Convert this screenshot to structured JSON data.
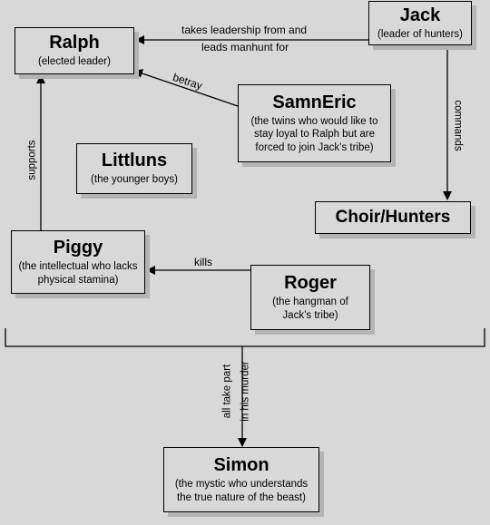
{
  "nodes": {
    "ralph": {
      "title": "Ralph",
      "desc": "(elected leader)"
    },
    "jack": {
      "title": "Jack",
      "desc": "(leader of hunters)"
    },
    "samneric": {
      "title": "SamnEric",
      "desc": "(the twins who would like to stay loyal to Ralph but are forced to join Jack’s tribe)"
    },
    "littluns": {
      "title": "Littluns",
      "desc": "(the younger boys)"
    },
    "choir": {
      "title": "Choir/Hunters"
    },
    "piggy": {
      "title": "Piggy",
      "desc": "(the intellectual who lacks physical stamina)"
    },
    "roger": {
      "title": "Roger",
      "desc": "(the hangman of Jack’s tribe)"
    },
    "simon": {
      "title": "Simon",
      "desc": "(the mystic who understands the true nature of the beast)"
    }
  },
  "edges": {
    "jack_ralph_line1": "takes leadership from and",
    "jack_ralph_line2": "leads manhunt for",
    "samneric_ralph": "betray",
    "jack_choir": "commands",
    "piggy_ralph": "supports",
    "roger_piggy": "kills",
    "group_simon_line1": "all take part",
    "group_simon_line2": "in his murder"
  }
}
